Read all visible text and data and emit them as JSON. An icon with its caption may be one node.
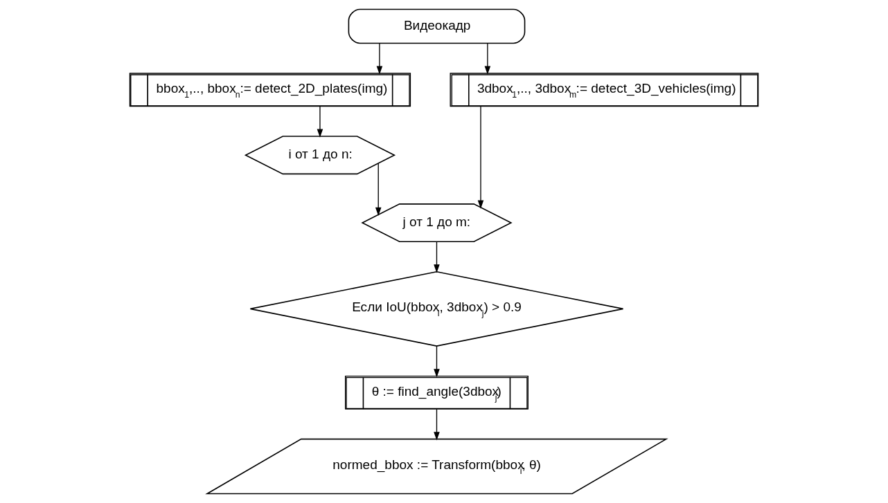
{
  "diagram": {
    "nodes": [
      {
        "text": [
          "Видеокадр"
        ]
      },
      {
        "text": [
          "bbox$_{1}$,.., bbox$_{n}$:= detect_2D_plates(img)"
        ]
      },
      {
        "text": [
          "3dbox$_{1}$,.., 3dbox$_{m}$:= detect_3D_vehicles(img)"
        ]
      },
      {
        "text": [
          "i от 1 до n:"
        ]
      },
      {
        "text": [
          "j от 1 до m:"
        ]
      },
      {
        "text": [
          "Если IoU(bbox$_{i}$, 3dbox$_{j}$) > 0.9"
        ]
      },
      {
        "text": [
          "θ := find_angle(3dbox$_{j}$)"
        ]
      },
      {
        "text": [
          "normed_bbox := Transform(bbox$_{i}$, θ)"
        ]
      }
    ],
    "edges": [
      {
        "from": 0,
        "to": 1,
        "arrow": "to"
      },
      {
        "from": 0,
        "to": 2,
        "arrow": "to"
      },
      {
        "from": 1,
        "to": 3,
        "arrow": "to"
      },
      {
        "from": 3,
        "to": 4,
        "arrow": "to"
      },
      {
        "from": 2,
        "to": 4,
        "arrow": "to"
      },
      {
        "from": 4,
        "to": 5,
        "arrow": "to"
      },
      {
        "from": 5,
        "to": 6,
        "arrow": "to"
      },
      {
        "from": 6,
        "to": 7,
        "arrow": "to"
      }
    ]
  }
}
